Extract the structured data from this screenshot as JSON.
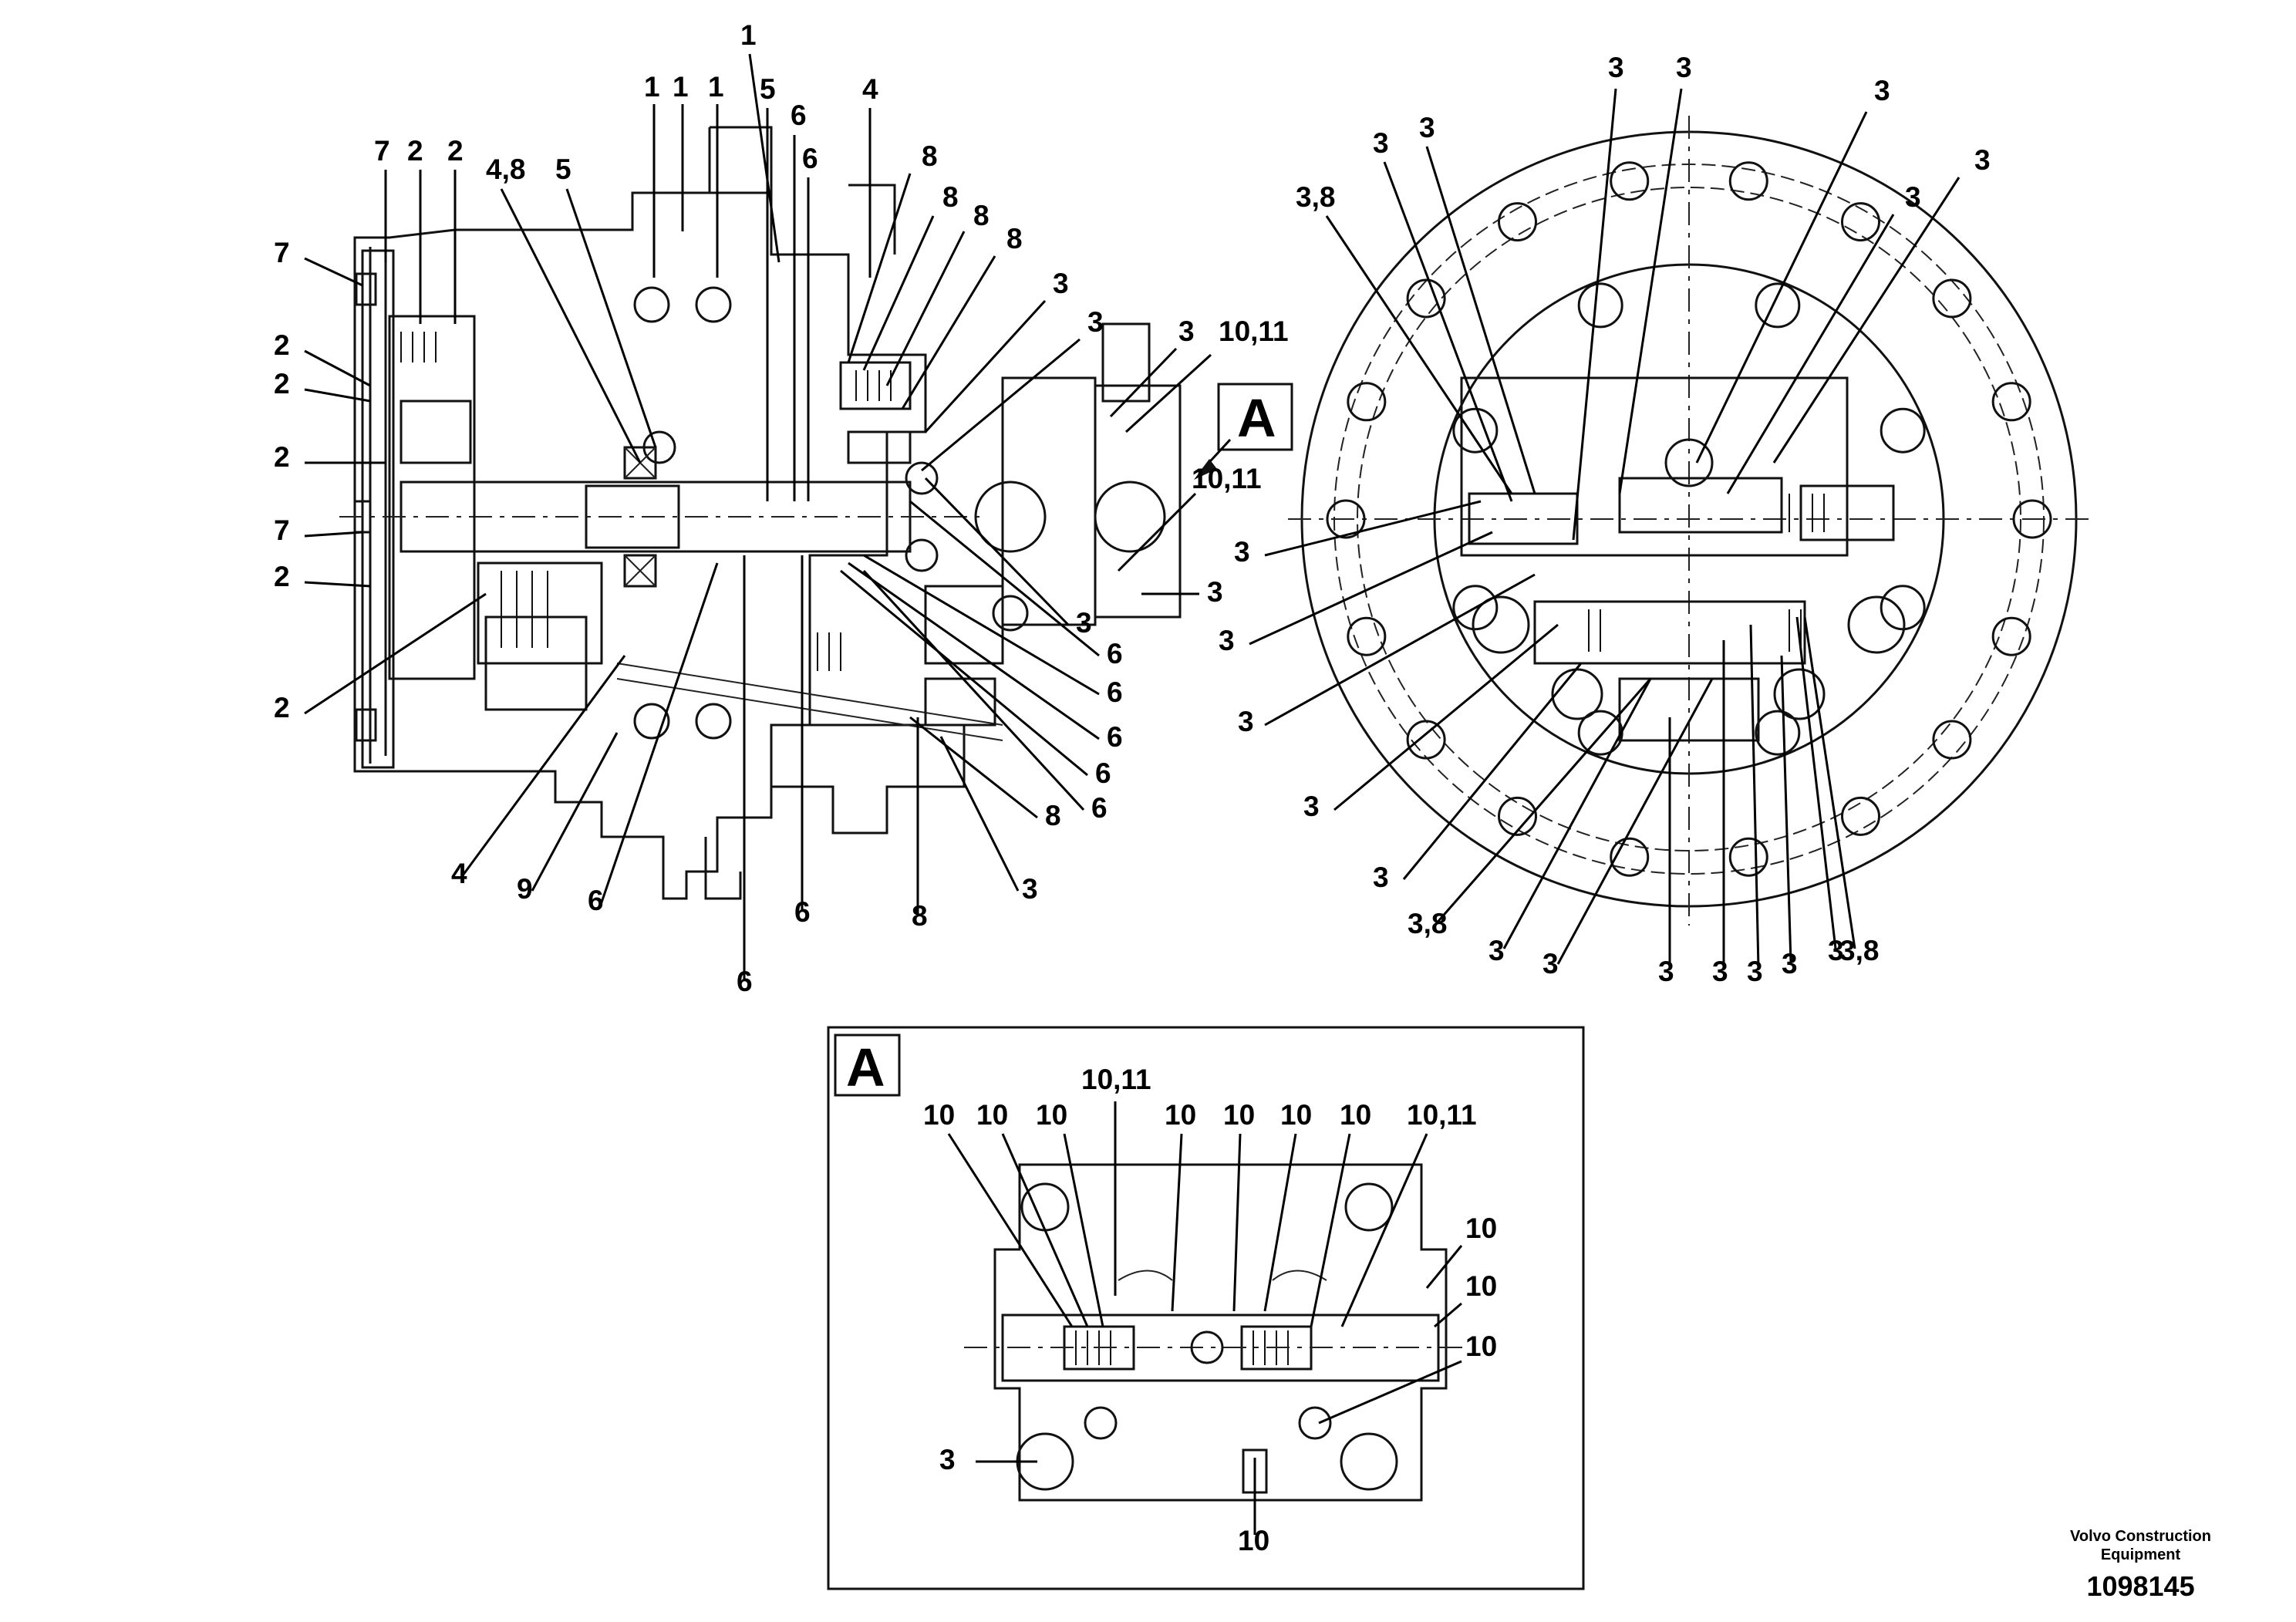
{
  "callouts": {
    "left": [
      "1",
      "1",
      "1",
      "1",
      "5",
      "6",
      "4",
      "7",
      "2",
      "2",
      "4,8",
      "5",
      "6",
      "8",
      "8",
      "8",
      "8",
      "7",
      "3",
      "2",
      "3",
      "2",
      "3",
      "10,11",
      "2",
      "10,11",
      "7",
      "3",
      "2",
      "3",
      "6",
      "6",
      "6",
      "6",
      "2",
      "8",
      "6",
      "4",
      "9",
      "6",
      "6",
      "8",
      "3",
      "6"
    ],
    "right": [
      "3",
      "3",
      "3",
      "3",
      "3",
      "3,8",
      "3",
      "3",
      "3",
      "3",
      "3",
      "3",
      "3",
      "3,8",
      "3",
      "3",
      "3",
      "3",
      "3",
      "3",
      "3",
      "3,8"
    ],
    "detail": [
      "10",
      "10",
      "10",
      "10,11",
      "10",
      "10",
      "10",
      "10",
      "10,11",
      "10",
      "10",
      "10",
      "3",
      "10"
    ]
  },
  "view_marker": "A",
  "detail_marker": "A",
  "footer": {
    "brand_line1": "Volvo Construction",
    "brand_line2": "Equipment",
    "doc_number": "1098145"
  }
}
